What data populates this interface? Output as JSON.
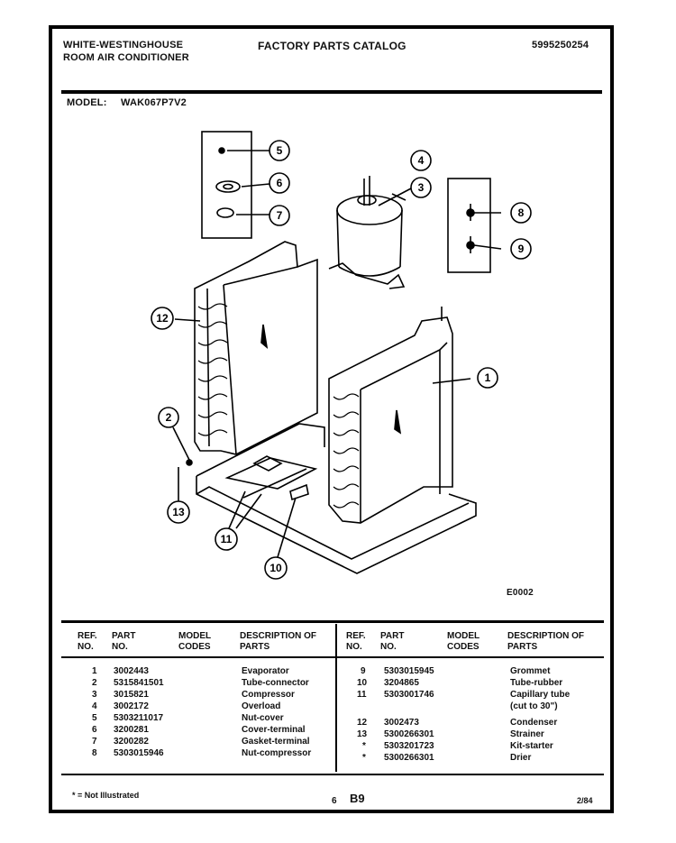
{
  "header": {
    "brand_line1": "WHITE-WESTINGHOUSE",
    "brand_line2": "ROOM AIR CONDITIONER",
    "catalog": "FACTORY PARTS CATALOG",
    "catalog_no": "5995250254",
    "model_label": "MODEL:",
    "model_value": "WAK067P7V2"
  },
  "diagram": {
    "code": "E0002",
    "callouts": [
      "1",
      "2",
      "3",
      "4",
      "5",
      "6",
      "7",
      "8",
      "9",
      "10",
      "11",
      "12",
      "13"
    ]
  },
  "table": {
    "headers": {
      "ref": "REF. NO.",
      "part": "PART NO.",
      "model": "MODEL CODES",
      "desc": "DESCRIPTION OF PARTS"
    },
    "left_rows": [
      {
        "ref": "1",
        "part": "3002443",
        "desc": "Evaporator"
      },
      {
        "ref": "2",
        "part": "5315841501",
        "desc": "Tube-connector"
      },
      {
        "ref": "3",
        "part": "3015821",
        "desc": "Compressor"
      },
      {
        "ref": "4",
        "part": "3002172",
        "desc": "Overload"
      },
      {
        "ref": "5",
        "part": "5303211017",
        "desc": "Nut-cover"
      },
      {
        "ref": "6",
        "part": "3200281",
        "desc": "Cover-terminal"
      },
      {
        "ref": "7",
        "part": "3200282",
        "desc": "Gasket-terminal"
      },
      {
        "ref": "8",
        "part": "5303015946",
        "desc": "Nut-compressor"
      }
    ],
    "right_rows": [
      {
        "ref": "9",
        "part": "5303015945",
        "desc": "Grommet"
      },
      {
        "ref": "10",
        "part": "3204865",
        "desc": "Tube-rubber"
      },
      {
        "ref": "11",
        "part": "5303001746",
        "desc": "Capillary tube"
      },
      {
        "ref": "",
        "part": "",
        "desc": "(cut to 30\")"
      },
      {
        "ref": "12",
        "part": "3002473",
        "desc": "Condenser"
      },
      {
        "ref": "13",
        "part": "5300266301",
        "desc": "Strainer"
      },
      {
        "ref": "*",
        "part": "5303201723",
        "desc": "Kit-starter"
      },
      {
        "ref": "*",
        "part": "5300266301",
        "desc": "Drier"
      }
    ]
  },
  "footer": {
    "note": "* = Not Illustrated",
    "page": "6",
    "section": "B9",
    "date": "2/84"
  }
}
